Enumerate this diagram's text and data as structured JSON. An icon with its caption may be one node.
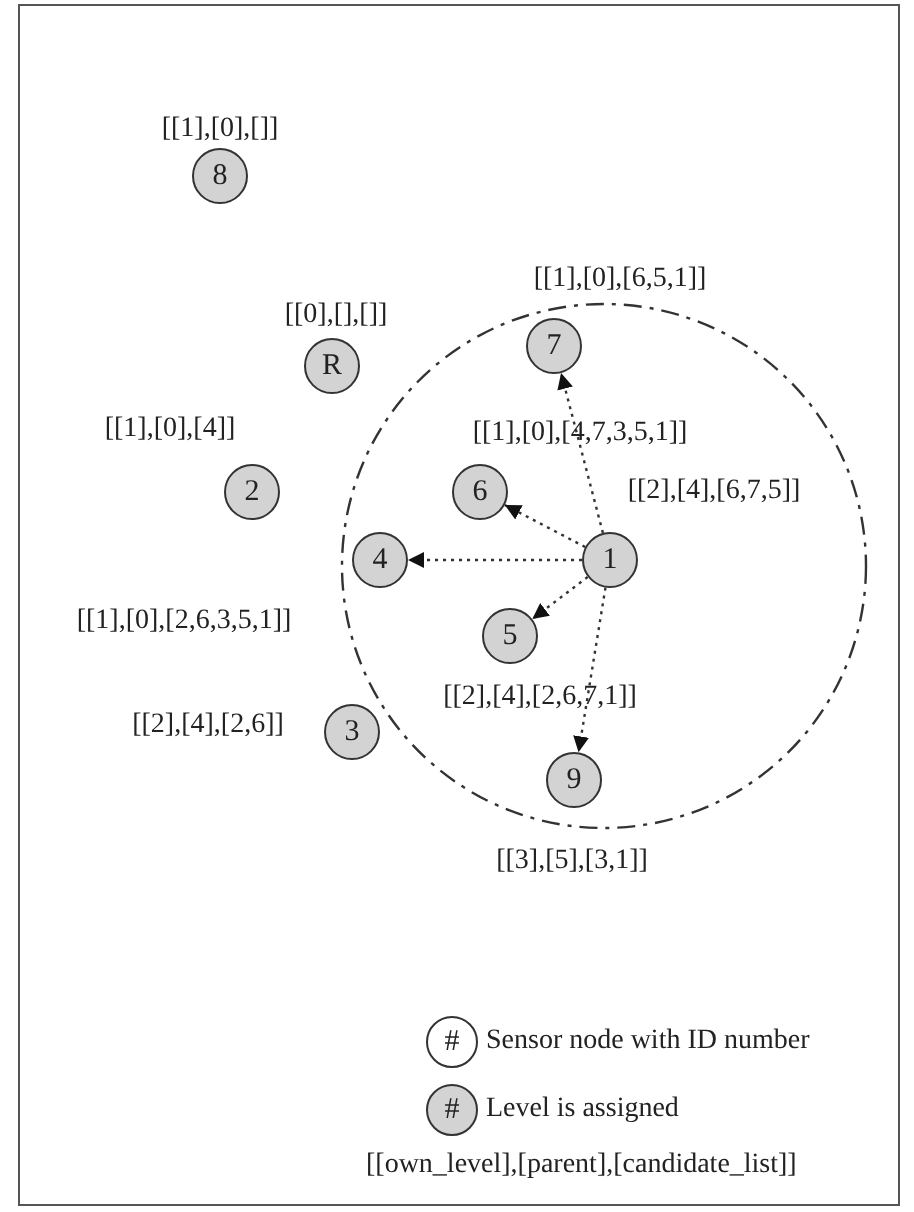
{
  "diagram": {
    "nodes": [
      {
        "text": [],
        "shape": "circle"
      },
      {
        "text": [
          "8"
        ],
        "beside": [
          "[[1],[0],[]]"
        ]
      },
      {
        "text": [
          "R"
        ],
        "beside": [
          "[[0],[],[]]"
        ]
      },
      {
        "text": [
          "7"
        ],
        "beside": [
          "[[1],[0],[6,5,1]]"
        ],
        "in": 0
      },
      {
        "text": [
          "2"
        ],
        "beside": [
          "[[1],[0],[4]]"
        ]
      },
      {
        "text": [
          "6"
        ],
        "beside": [
          "[[1],[0],[4,7,3,5,1]]"
        ],
        "in": 0
      },
      {
        "text": [
          "4"
        ],
        "beside": [
          "[[1],[0],[2,6,3,5,1]]"
        ],
        "in": 0
      },
      {
        "text": [
          "1"
        ],
        "beside": [
          "[[2],[4],[6,7,5]]"
        ],
        "in": 0
      },
      {
        "text": [
          "5"
        ],
        "beside": [
          "[[2],[4],[2,6,7,1]]"
        ],
        "in": 0
      },
      {
        "text": [
          "3"
        ],
        "beside": [
          "[[2],[4],[2,6]]"
        ]
      },
      {
        "text": [
          "9"
        ],
        "beside": [
          "[[3],[5],[3,1]]"
        ],
        "in": 0
      }
    ],
    "edges": [
      {
        "from": 7,
        "to": 3,
        "arrow": "to"
      },
      {
        "from": 7,
        "to": 5,
        "arrow": "to"
      },
      {
        "from": 7,
        "to": 6,
        "arrow": "to"
      },
      {
        "from": 7,
        "to": 8,
        "arrow": "to"
      },
      {
        "from": 7,
        "to": 10,
        "arrow": "to"
      }
    ],
    "labels": [
      "#",
      "#",
      "[[own_level],[parent],[candidate_list]]"
    ],
    "legend": [
      {
        "text": "Sensor node with ID number",
        "color": "#ffffff"
      },
      {
        "text": "Level is assigned",
        "color": "#d3d3d3"
      }
    ]
  }
}
